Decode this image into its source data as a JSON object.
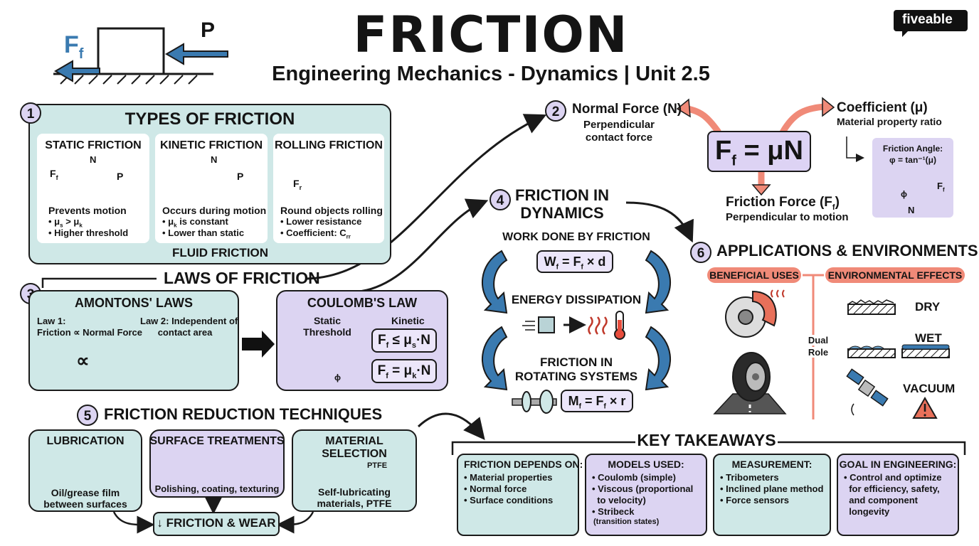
{
  "header": {
    "title": "FRICTION",
    "subtitle": "Engineering Mechanics - Dynamics | Unit 2.5",
    "logo": "fiveable",
    "corner_p": "P",
    "corner_ff": "F",
    "corner_ff_sub": "f"
  },
  "types": {
    "number": "1",
    "title": "TYPES OF FRICTION",
    "static": {
      "title": "STATIC FRICTION",
      "n": "N",
      "f": "F",
      "f_sub": "f",
      "p": "P",
      "desc": "Prevents motion",
      "b1": "• μ",
      "b1_sub1": "s",
      "b1_mid": " > μ",
      "b1_sub2": "k",
      "b2": "• Higher threshold"
    },
    "kinetic": {
      "title": "KINETIC FRICTION",
      "n": "N",
      "p": "P",
      "desc": "Occurs during motion",
      "b1": "• μ",
      "b1_sub": "k",
      "b1_end": " is constant",
      "b2": "• Lower than static"
    },
    "rolling": {
      "title": "ROLLING FRICTION",
      "f": "F",
      "f_sub": "r",
      "desc": "Round objects rolling",
      "b1": "• Lower resistance",
      "b2": "• Coefficient: C",
      "b2_sub": "rr"
    },
    "fluid": "FLUID FRICTION"
  },
  "laws": {
    "title": "LAWS OF FRICTION",
    "number": "3",
    "amontons": {
      "title": "AMONTONS' LAWS",
      "law1a": "Law 1:",
      "law1b": "Friction ∝ Normal Force",
      "law2a": "Law 2: Independent of",
      "law2b": "contact area",
      "prop": "∝"
    },
    "coulomb": {
      "title": "COULOMB'S LAW",
      "static1": "Static",
      "static2": "Threshold",
      "kinetic": "Kinetic",
      "eq1": "F",
      "eq1_sub": "f",
      "eq1_mid": " ≤ μ",
      "eq1_sub2": "s",
      "eq1_end": "·N",
      "eq2": "F",
      "eq2_sub": "f",
      "eq2_mid": " = μ",
      "eq2_sub2": "k",
      "eq2_end": "·N",
      "phi": "ϕ"
    }
  },
  "reduction": {
    "number": "5",
    "title": "FRICTION REDUCTION TECHNIQUES",
    "lubrication": {
      "title": "LUBRICATION",
      "l1": "Oil/grease film",
      "l2": "between surfaces"
    },
    "surface": {
      "title": "SURFACE TREATMENTS",
      "desc": "Polishing, coating, texturing"
    },
    "material": {
      "title": "MATERIAL SELECTION",
      "badge": "PTFE",
      "l1": "Self-lubricating",
      "l2": "materials, PTFE"
    },
    "result": "↓ FRICTION & WEAR"
  },
  "normal": {
    "number": "2",
    "title": "Normal Force (N)",
    "l1": "Perpendicular",
    "l2": "contact force"
  },
  "formula": {
    "main": "F",
    "main_sub": "f",
    "main_end": " = μN"
  },
  "coefficient": {
    "title": "Coefficient (μ)",
    "desc": "Material property ratio",
    "angle_title": "Friction Angle:",
    "angle_eq": "φ = tan⁻¹(μ)",
    "phi": "ϕ",
    "n": "N",
    "ff": "F",
    "ff_sub": "f"
  },
  "frictionforce": {
    "title": "Friction Force (F",
    "title_sub": "f",
    "title_end": ")",
    "desc": "Perpendicular to motion"
  },
  "dynamics": {
    "number": "4",
    "title1": "FRICTION IN",
    "title2": "DYNAMICS",
    "work": "WORK DONE BY FRICTION",
    "work_eq": "W",
    "work_sub": "f",
    "work_mid": " = F",
    "work_sub2": "f",
    "work_end": " × d",
    "energy": "ENERGY DISSIPATION",
    "rot1": "FRICTION IN",
    "rot2": "ROTATING SYSTEMS",
    "rot_eq": "M",
    "rot_sub": "f",
    "rot_mid": " = F",
    "rot_sub2": "f",
    "rot_end": " × r"
  },
  "applications": {
    "number": "6",
    "title": "APPLICATIONS & ENVIRONMENTS",
    "beneficial": "BENEFICIAL USES",
    "environmental": "ENVIRONMENTAL EFFECTS",
    "dual1": "Dual",
    "dual2": "Role",
    "dry": "DRY",
    "wet": "WET",
    "vacuum": "VACUUM"
  },
  "takeaways": {
    "title": "KEY TAKEAWAYS",
    "cards": [
      {
        "title": "FRICTION DEPENDS ON:",
        "items": [
          "• Material properties",
          "• Normal force",
          "• Surface conditions"
        ]
      },
      {
        "title": "MODELS USED:",
        "items": [
          "• Coulomb (simple)",
          "• Viscous (proportional",
          "  to velocity)",
          "• Stribeck",
          "(transition states)"
        ]
      },
      {
        "title": "MEASUREMENT:",
        "items": [
          "• Tribometers",
          "• Inclined plane method",
          "• Force sensors"
        ]
      },
      {
        "title": "GOAL IN ENGINEERING:",
        "items": [
          "• Control and optimize",
          "  for efficiency, safety,",
          "  and component",
          "  longevity"
        ]
      }
    ]
  },
  "colors": {
    "teal": "#cfe8e7",
    "lavender": "#dcd4f2",
    "salmon": "#f08a78",
    "blue": "#3a7ab0",
    "dark": "#1a1a1a"
  }
}
